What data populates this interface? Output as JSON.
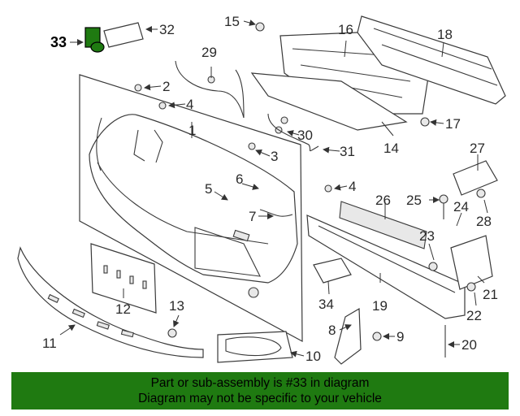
{
  "diagram": {
    "callouts": [
      "1",
      "2",
      "3",
      "4",
      "4",
      "5",
      "6",
      "7",
      "8",
      "9",
      "10",
      "11",
      "12",
      "13",
      "14",
      "15",
      "16",
      "17",
      "18",
      "19",
      "20",
      "21",
      "22",
      "23",
      "24",
      "25",
      "26",
      "27",
      "28",
      "29",
      "30",
      "31",
      "32",
      "33",
      "34"
    ]
  },
  "banner": {
    "line1": "Part or sub-assembly is #33 in diagram",
    "line2": "Diagram may not be specific to your vehicle"
  },
  "colors": {
    "banner_bg": "#1f7a11",
    "highlight": "#1f7a11"
  }
}
